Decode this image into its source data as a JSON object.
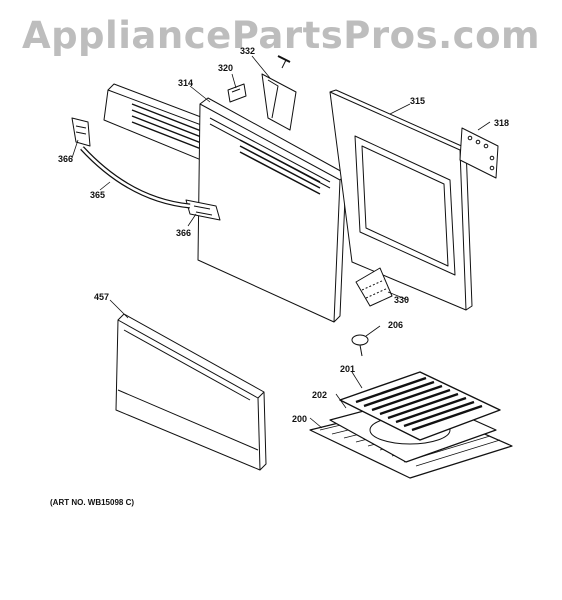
{
  "watermark": "AppliancePartsPros.com",
  "art_number": "(ART NO. WB15098 C)",
  "callouts": {
    "p332": "332",
    "p320": "320",
    "p314": "314",
    "p315": "315",
    "p318": "318",
    "p366a": "366",
    "p365": "365",
    "p366b": "366",
    "p457": "457",
    "p330": "330",
    "p206": "206",
    "p201": "201",
    "p202": "202",
    "p200": "200"
  }
}
